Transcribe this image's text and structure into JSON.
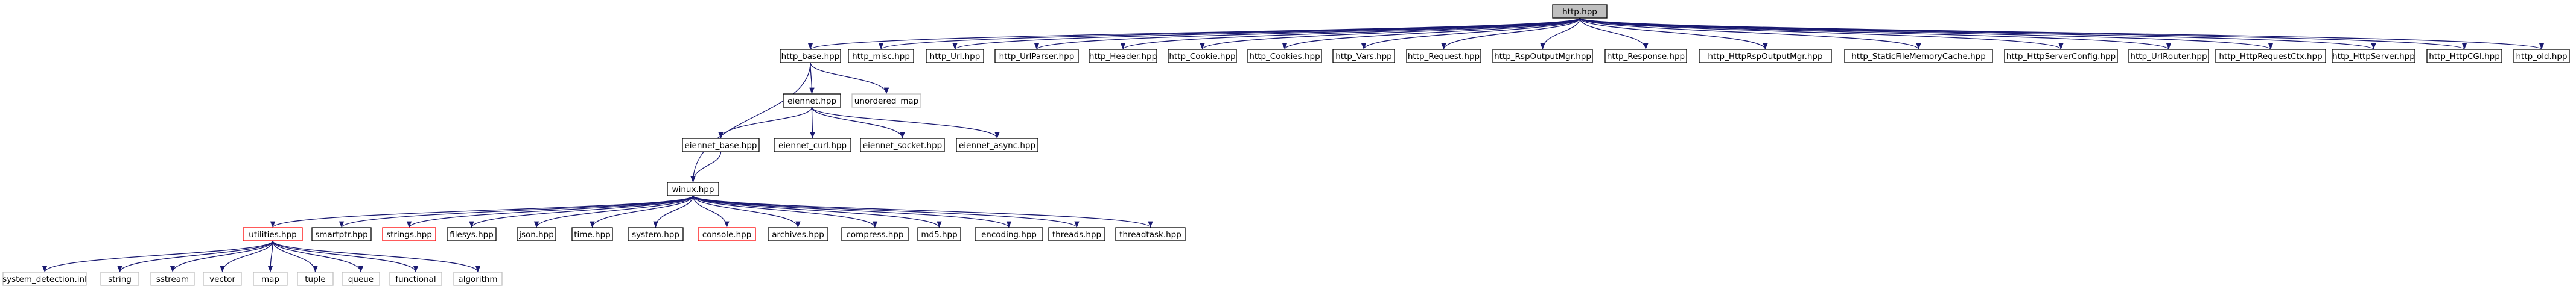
{
  "colors": {
    "edge": "#191970",
    "root_fill": "#bfbfbf",
    "node_border": "#000000",
    "missing_file_border": "#bfbfbf",
    "truncated_border": "#ff0000"
  },
  "nodes": {
    "http_hpp": {
      "label": "http.hpp",
      "kind": "root"
    },
    "http_base_hpp": {
      "label": "http_base.hpp",
      "kind": "file"
    },
    "http_misc_hpp": {
      "label": "http_misc.hpp",
      "kind": "file"
    },
    "http_url_hpp": {
      "label": "http_Url.hpp",
      "kind": "file"
    },
    "http_urlparser_hpp": {
      "label": "http_UrlParser.hpp",
      "kind": "file"
    },
    "http_header_hpp": {
      "label": "http_Header.hpp",
      "kind": "file"
    },
    "http_cookie_hpp": {
      "label": "http_Cookie.hpp",
      "kind": "file"
    },
    "http_cookies_hpp": {
      "label": "http_Cookies.hpp",
      "kind": "file"
    },
    "http_vars_hpp": {
      "label": "http_Vars.hpp",
      "kind": "file"
    },
    "http_request_hpp": {
      "label": "http_Request.hpp",
      "kind": "file"
    },
    "http_rspoutputmgr_hpp": {
      "label": "http_RspOutputMgr.hpp",
      "kind": "file"
    },
    "http_response_hpp": {
      "label": "http_Response.hpp",
      "kind": "file"
    },
    "http_httprspoutputmgr_hpp": {
      "label": "http_HttpRspOutputMgr.hpp",
      "kind": "file"
    },
    "http_staticfilememorycache_hpp": {
      "label": "http_StaticFileMemoryCache.hpp",
      "kind": "file"
    },
    "http_httpserverconfig_hpp": {
      "label": "http_HttpServerConfig.hpp",
      "kind": "file"
    },
    "http_urlrouter_hpp": {
      "label": "http_UrlRouter.hpp",
      "kind": "file"
    },
    "http_httprequestctx_hpp": {
      "label": "http_HttpRequestCtx.hpp",
      "kind": "file"
    },
    "http_httpserver_hpp": {
      "label": "http_HttpServer.hpp",
      "kind": "file"
    },
    "http_httpcgi_hpp": {
      "label": "http_HttpCGI.hpp",
      "kind": "file"
    },
    "http_old_hpp": {
      "label": "http_old.hpp",
      "kind": "file"
    },
    "eiennet_hpp": {
      "label": "eiennet.hpp",
      "kind": "file"
    },
    "unordered_map": {
      "label": "unordered_map",
      "kind": "missing"
    },
    "eiennet_base_hpp": {
      "label": "eiennet_base.hpp",
      "kind": "file"
    },
    "eiennet_curl_hpp": {
      "label": "eiennet_curl.hpp",
      "kind": "file"
    },
    "eiennet_socket_hpp": {
      "label": "eiennet_socket.hpp",
      "kind": "file"
    },
    "eiennet_async_hpp": {
      "label": "eiennet_async.hpp",
      "kind": "file"
    },
    "winux_hpp": {
      "label": "winux.hpp",
      "kind": "file"
    },
    "utilities_hpp": {
      "label": "utilities.hpp",
      "kind": "truncated"
    },
    "smartptr_hpp": {
      "label": "smartptr.hpp",
      "kind": "file"
    },
    "strings_hpp": {
      "label": "strings.hpp",
      "kind": "truncated"
    },
    "filesys_hpp": {
      "label": "filesys.hpp",
      "kind": "file"
    },
    "json_hpp": {
      "label": "json.hpp",
      "kind": "file"
    },
    "time_hpp": {
      "label": "time.hpp",
      "kind": "file"
    },
    "system_hpp": {
      "label": "system.hpp",
      "kind": "file"
    },
    "console_hpp": {
      "label": "console.hpp",
      "kind": "truncated"
    },
    "archives_hpp": {
      "label": "archives.hpp",
      "kind": "file"
    },
    "compress_hpp": {
      "label": "compress.hpp",
      "kind": "file"
    },
    "md5_hpp": {
      "label": "md5.hpp",
      "kind": "file"
    },
    "encoding_hpp": {
      "label": "encoding.hpp",
      "kind": "file"
    },
    "threads_hpp": {
      "label": "threads.hpp",
      "kind": "file"
    },
    "threadtask_hpp": {
      "label": "threadtask.hpp",
      "kind": "file"
    },
    "system_detection_inl": {
      "label": "system_detection.inl",
      "kind": "missing"
    },
    "string": {
      "label": "string",
      "kind": "missing"
    },
    "sstream": {
      "label": "sstream",
      "kind": "missing"
    },
    "vector": {
      "label": "vector",
      "kind": "missing"
    },
    "map": {
      "label": "map",
      "kind": "missing"
    },
    "tuple": {
      "label": "tuple",
      "kind": "missing"
    },
    "queue": {
      "label": "queue",
      "kind": "missing"
    },
    "functional": {
      "label": "functional",
      "kind": "missing"
    },
    "algorithm": {
      "label": "algorithm",
      "kind": "missing"
    }
  },
  "edges": [
    [
      "http_hpp",
      "http_base_hpp"
    ],
    [
      "http_hpp",
      "http_misc_hpp"
    ],
    [
      "http_hpp",
      "http_url_hpp"
    ],
    [
      "http_hpp",
      "http_urlparser_hpp"
    ],
    [
      "http_hpp",
      "http_header_hpp"
    ],
    [
      "http_hpp",
      "http_cookie_hpp"
    ],
    [
      "http_hpp",
      "http_cookies_hpp"
    ],
    [
      "http_hpp",
      "http_vars_hpp"
    ],
    [
      "http_hpp",
      "http_request_hpp"
    ],
    [
      "http_hpp",
      "http_rspoutputmgr_hpp"
    ],
    [
      "http_hpp",
      "http_response_hpp"
    ],
    [
      "http_hpp",
      "http_httprspoutputmgr_hpp"
    ],
    [
      "http_hpp",
      "http_staticfilememorycache_hpp"
    ],
    [
      "http_hpp",
      "http_httpserverconfig_hpp"
    ],
    [
      "http_hpp",
      "http_urlrouter_hpp"
    ],
    [
      "http_hpp",
      "http_httprequestctx_hpp"
    ],
    [
      "http_hpp",
      "http_httpserver_hpp"
    ],
    [
      "http_hpp",
      "http_httpcgi_hpp"
    ],
    [
      "http_hpp",
      "http_old_hpp"
    ],
    [
      "http_base_hpp",
      "eiennet_hpp"
    ],
    [
      "http_base_hpp",
      "unordered_map"
    ],
    [
      "http_base_hpp",
      "winux_hpp"
    ],
    [
      "eiennet_hpp",
      "eiennet_base_hpp"
    ],
    [
      "eiennet_hpp",
      "eiennet_curl_hpp"
    ],
    [
      "eiennet_hpp",
      "eiennet_socket_hpp"
    ],
    [
      "eiennet_hpp",
      "eiennet_async_hpp"
    ],
    [
      "eiennet_base_hpp",
      "winux_hpp"
    ],
    [
      "winux_hpp",
      "utilities_hpp"
    ],
    [
      "winux_hpp",
      "smartptr_hpp"
    ],
    [
      "winux_hpp",
      "strings_hpp"
    ],
    [
      "winux_hpp",
      "filesys_hpp"
    ],
    [
      "winux_hpp",
      "json_hpp"
    ],
    [
      "winux_hpp",
      "time_hpp"
    ],
    [
      "winux_hpp",
      "system_hpp"
    ],
    [
      "winux_hpp",
      "console_hpp"
    ],
    [
      "winux_hpp",
      "archives_hpp"
    ],
    [
      "winux_hpp",
      "compress_hpp"
    ],
    [
      "winux_hpp",
      "md5_hpp"
    ],
    [
      "winux_hpp",
      "encoding_hpp"
    ],
    [
      "winux_hpp",
      "threads_hpp"
    ],
    [
      "winux_hpp",
      "threadtask_hpp"
    ],
    [
      "utilities_hpp",
      "system_detection_inl"
    ],
    [
      "utilities_hpp",
      "string"
    ],
    [
      "utilities_hpp",
      "sstream"
    ],
    [
      "utilities_hpp",
      "vector"
    ],
    [
      "utilities_hpp",
      "map"
    ],
    [
      "utilities_hpp",
      "tuple"
    ],
    [
      "utilities_hpp",
      "queue"
    ],
    [
      "utilities_hpp",
      "functional"
    ],
    [
      "utilities_hpp",
      "algorithm"
    ]
  ]
}
